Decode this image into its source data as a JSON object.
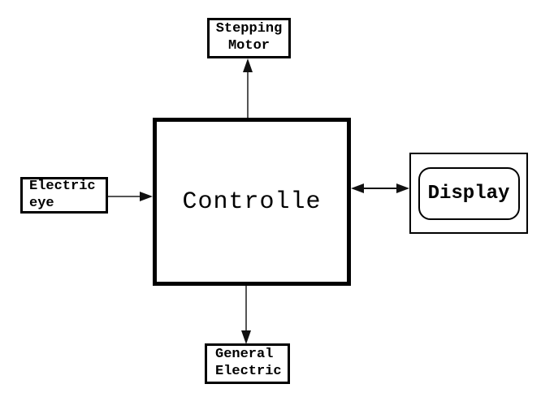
{
  "diagram": {
    "title": "Controller block diagram",
    "background_color": "#ffffff",
    "box_border_color": "#000000",
    "arrow_line_color": "#555555",
    "arrowhead_color": "#111111",
    "nodes": {
      "controller": {
        "label": "Controlle"
      },
      "stepping_motor": {
        "line1": "Stepping",
        "line2": "Motor"
      },
      "electric_eye": {
        "line1": "Electric",
        "line2": "eye"
      },
      "display": {
        "label": "Display"
      },
      "general_electric": {
        "line1": "General",
        "line2": "Electric"
      }
    },
    "connections": [
      {
        "from": "controller",
        "to": "stepping_motor",
        "arrow": "single",
        "direction": "up"
      },
      {
        "from": "electric_eye",
        "to": "controller",
        "arrow": "single",
        "direction": "right"
      },
      {
        "from": "controller",
        "to": "display",
        "arrow": "double",
        "direction": "left-right"
      },
      {
        "from": "controller",
        "to": "general_electric",
        "arrow": "single",
        "direction": "down"
      }
    ]
  }
}
